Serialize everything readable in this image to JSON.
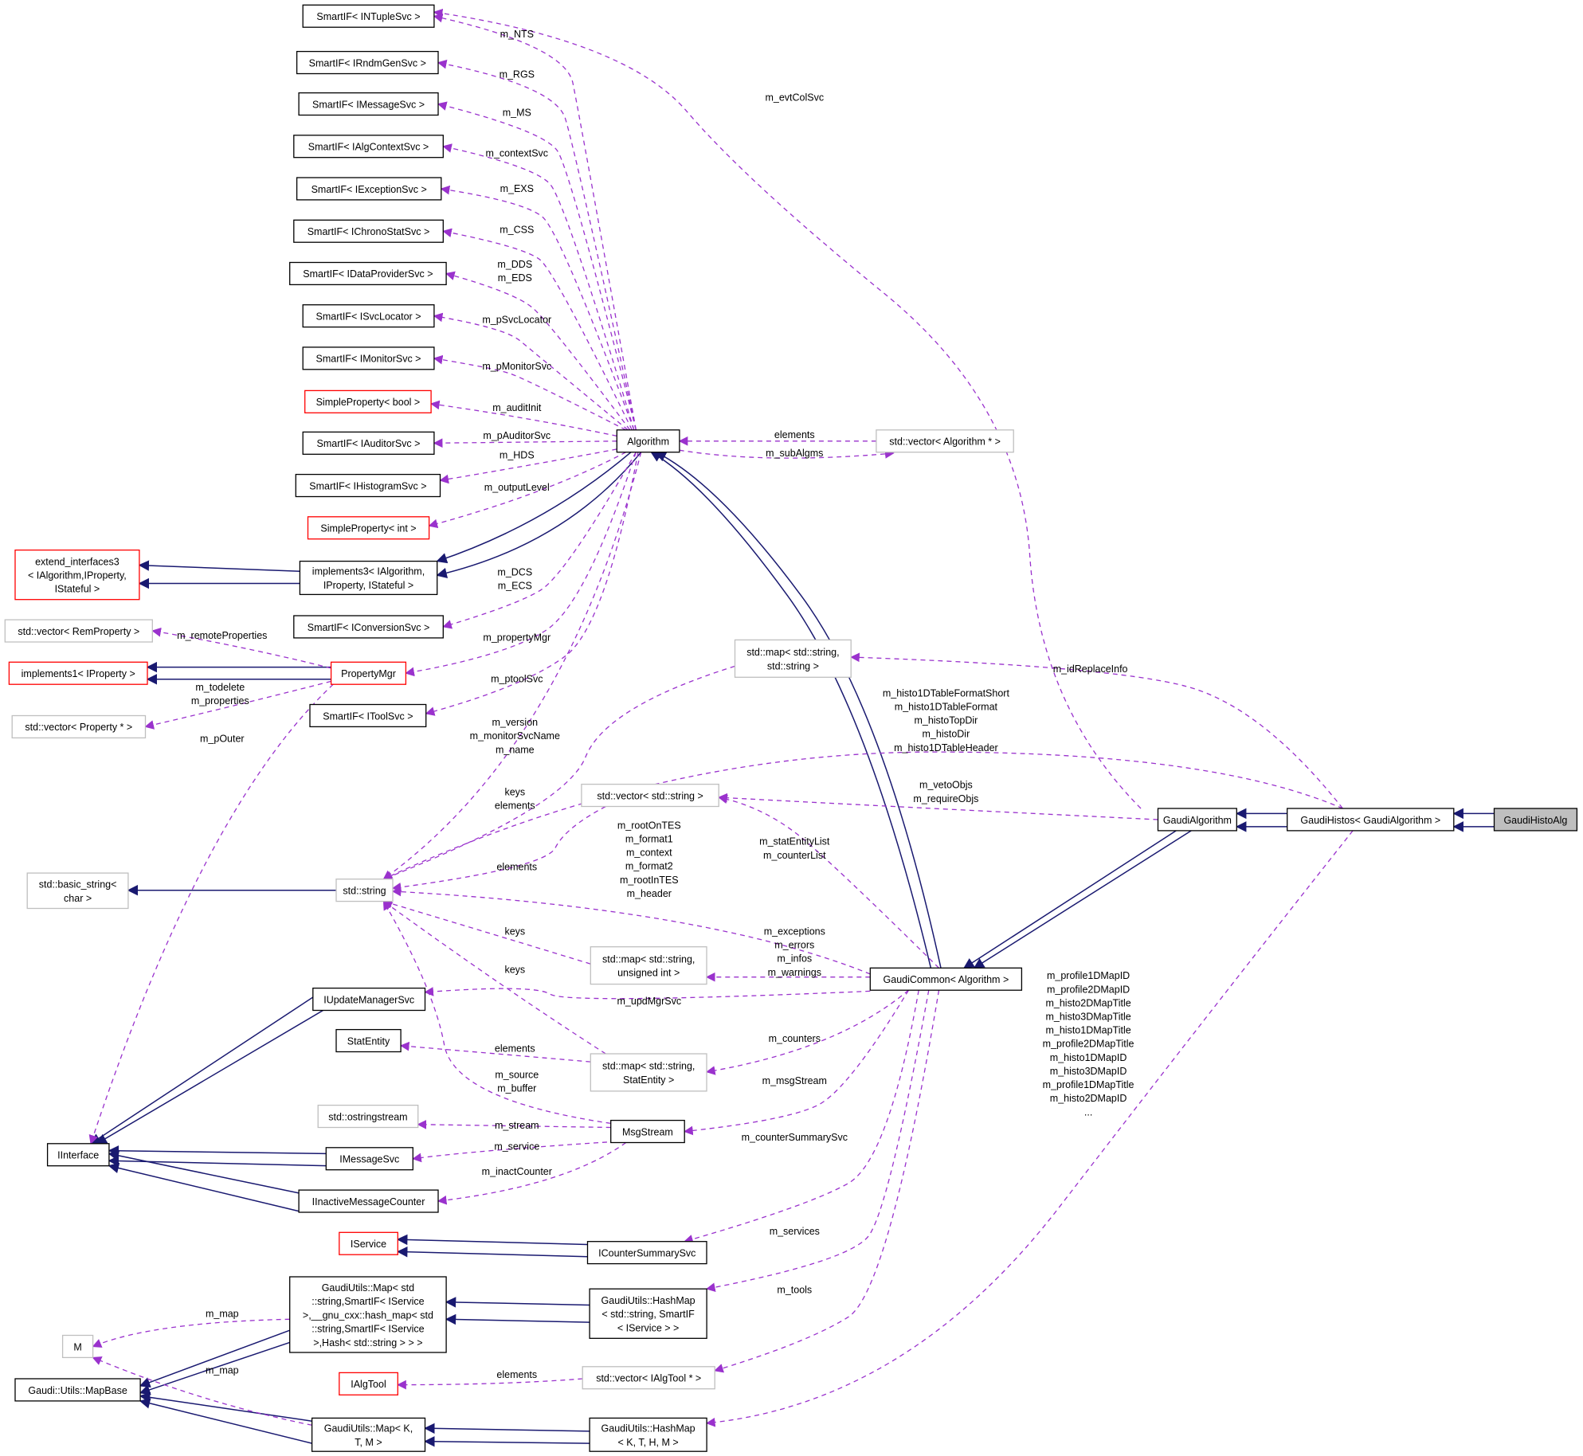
{
  "colors": {
    "inheritance_edge": "#191970",
    "usage_edge": "#9a32cd",
    "node_border_default": "#000000",
    "node_border_undocumented": "#ff0000",
    "node_border_external": "#bfbfbf",
    "node_highlight_fill": "#bfbfbf"
  },
  "nodes": {
    "n_ntuple": [
      "SmartIF< INTupleSvc >"
    ],
    "n_rndm": [
      "SmartIF< IRndmGenSvc >"
    ],
    "n_msgsvc_if": [
      "SmartIF< IMessageSvc >"
    ],
    "n_algctx": [
      "SmartIF< IAlgContextSvc >"
    ],
    "n_excsvc": [
      "SmartIF< IExceptionSvc >"
    ],
    "n_chrono": [
      "SmartIF< IChronoStatSvc >"
    ],
    "n_dataprov": [
      "SmartIF< IDataProviderSvc >"
    ],
    "n_svcloc": [
      "SmartIF< ISvcLocator >"
    ],
    "n_monitor": [
      "SmartIF< IMonitorSvc >"
    ],
    "n_spbool": [
      "SimpleProperty< bool >"
    ],
    "n_auditor": [
      "SmartIF< IAuditorSvc >"
    ],
    "n_histo": [
      "SmartIF< IHistogramSvc >"
    ],
    "n_spint": [
      "SimpleProperty< int >"
    ],
    "n_implements3": [
      "implements3< IAlgorithm,",
      "IProperty, IStateful >"
    ],
    "n_extend3": [
      "extend_interfaces3",
      "< IAlgorithm,IProperty,",
      "IStateful >"
    ],
    "n_conversion": [
      "SmartIF< IConversionSvc >"
    ],
    "n_vec_remprop": [
      "std::vector< RemProperty >"
    ],
    "n_implements1": [
      "implements1< IProperty >"
    ],
    "n_propmgr": [
      "PropertyMgr"
    ],
    "n_vec_prop": [
      "std::vector< Property * >"
    ],
    "n_toolsvc": [
      "SmartIF< IToolSvc >"
    ],
    "n_algorithm": [
      "Algorithm"
    ],
    "n_vec_alg": [
      "std::vector< Algorithm * >"
    ],
    "n_map_ss": [
      "std::map< std::string,",
      "std::string >"
    ],
    "n_vec_str": [
      "std::vector< std::string >"
    ],
    "n_basic_string": [
      "std::basic_string<",
      "char >"
    ],
    "n_string": [
      "std::string"
    ],
    "n_map_su": [
      "std::map< std::string,",
      "unsigned int >"
    ],
    "n_gaudicommon": [
      "GaudiCommon< Algorithm >"
    ],
    "n_gaudialg": [
      "GaudiAlgorithm"
    ],
    "n_gaudihistos": [
      "GaudiHistos< GaudiAlgorithm >"
    ],
    "n_gaudihistoalg": [
      "GaudiHistoAlg"
    ],
    "n_iupdmgr": [
      "IUpdateManagerSvc"
    ],
    "n_statentity": [
      "StatEntity"
    ],
    "n_map_sse": [
      "std::map< std::string,",
      "StatEntity >"
    ],
    "n_ostringstream": [
      "std::ostringstream"
    ],
    "n_msgstream": [
      "MsgStream"
    ],
    "n_iinterface": [
      "IInterface"
    ],
    "n_imessagesvc": [
      "IMessageSvc"
    ],
    "n_iinactive": [
      "IInactiveMessageCounter"
    ],
    "n_iservice": [
      "IService"
    ],
    "n_icountersum": [
      "ICounterSummarySvc"
    ],
    "n_gu_map_big": [
      "GaudiUtils::Map< std",
      "::string,SmartIF< IService",
      ">,__gnu_cxx::hash_map< std",
      "::string,SmartIF< IService",
      ">,Hash< std::string > > >"
    ],
    "n_gu_hashmap_svc": [
      "GaudiUtils::HashMap",
      "< std::string, SmartIF",
      "< IService > >"
    ],
    "n_M": [
      "M"
    ],
    "n_mapbase": [
      "Gaudi::Utils::MapBase"
    ],
    "n_ialgtool": [
      "IAlgTool"
    ],
    "n_vec_algtool": [
      "std::vector< IAlgTool * >"
    ],
    "n_gu_map_kt": [
      "GaudiUtils::Map< K,",
      "T, M >"
    ],
    "n_gu_hashmap_kt": [
      "GaudiUtils::HashMap",
      "< K, T, H, M >"
    ]
  },
  "edge_labels": {
    "m_nts": [
      "m_NTS"
    ],
    "m_rgs": [
      "m_RGS"
    ],
    "m_ms": [
      "m_MS"
    ],
    "m_contextsvc": [
      "m_contextSvc"
    ],
    "m_exs": [
      "m_EXS"
    ],
    "m_css": [
      "m_CSS"
    ],
    "m_dds_eds": [
      "m_DDS",
      "m_EDS"
    ],
    "m_psvclocator": [
      "m_pSvcLocator"
    ],
    "m_pmonitorsvc": [
      "m_pMonitorSvc"
    ],
    "m_auditinit": [
      "m_auditInit"
    ],
    "m_pauditorsvc": [
      "m_pAuditorSvc"
    ],
    "m_hds": [
      "m_HDS"
    ],
    "m_outputlevel": [
      "m_outputLevel"
    ],
    "m_dcs_ecs": [
      "m_DCS",
      "m_ECS"
    ],
    "m_propertymgr": [
      "m_propertyMgr"
    ],
    "m_ptoolsvc": [
      "m_ptoolSvc"
    ],
    "m_remoteproperties": [
      "m_remoteProperties"
    ],
    "m_todelete_props": [
      "m_todelete",
      "m_properties"
    ],
    "m_pouter": [
      "m_pOuter"
    ],
    "alg_strings": [
      "m_version",
      "m_monitorSvcName",
      "m_name"
    ],
    "keys_elements": [
      "keys",
      "elements"
    ],
    "elements_vecstr": [
      "elements"
    ],
    "elements_subalg": [
      "elements"
    ],
    "m_subalgms": [
      "m_subAlgms"
    ],
    "m_evtcolsvc": [
      "m_evtColSvc"
    ],
    "m_idreplaceinfo": [
      "m_idReplaceInfo"
    ],
    "histos_strings": [
      "m_histo1DTableFormatShort",
      "m_histo1DTableFormat",
      "m_histoTopDir",
      "m_histoDir",
      "m_histo1DTableHeader"
    ],
    "veto_require": [
      "m_vetoObjs",
      "m_requireObjs"
    ],
    "common_strings": [
      "m_rootOnTES",
      "m_format1",
      "m_context",
      "m_format2",
      "m_rootInTES",
      "m_header"
    ],
    "statentitylist": [
      "m_statEntityList",
      "m_counterList"
    ],
    "keys_su": [
      "keys"
    ],
    "keys_sse": [
      "keys"
    ],
    "exceptions_etc": [
      "m_exceptions",
      "m_errors",
      "m_infos",
      "m_warnings"
    ],
    "m_updmgrsvc": [
      "m_updMgrSvc"
    ],
    "elements_statentity": [
      "elements"
    ],
    "m_counters": [
      "m_counters"
    ],
    "m_source_buffer": [
      "m_source",
      "m_buffer"
    ],
    "m_msgstream": [
      "m_msgStream"
    ],
    "m_stream": [
      "m_stream"
    ],
    "m_service": [
      "m_service"
    ],
    "m_inactcounter": [
      "m_inactCounter"
    ],
    "m_countersummarysvc": [
      "m_counterSummarySvc"
    ],
    "m_services": [
      "m_services"
    ],
    "m_tools": [
      "m_tools"
    ],
    "m_map_big": [
      "m_map"
    ],
    "m_map_kt": [
      "m_map"
    ],
    "elements_algtool": [
      "elements"
    ],
    "histos_maps": [
      "m_profile1DMapID",
      "m_profile2DMapID",
      "m_histo2DMapTitle",
      "m_histo3DMapTitle",
      "m_histo1DMapTitle",
      "m_profile2DMapTitle",
      "m_histo1DMapID",
      "m_histo3DMapID",
      "m_profile1DMapTitle",
      "m_histo2DMapID",
      "..."
    ]
  }
}
